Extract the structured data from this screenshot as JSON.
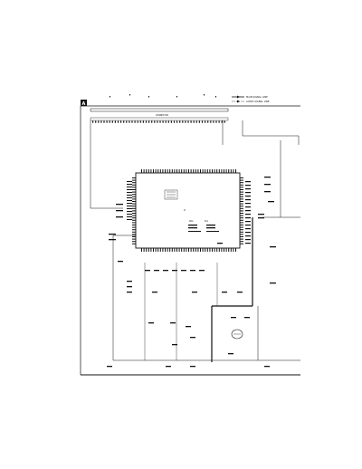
{
  "sheet_label": "A",
  "legend": {
    "line1": "MAIN SIGNAL LINE",
    "line2": "AUDIO SIGNAL LINE"
  },
  "connector_label": "CONNECTOR",
  "ic_label": "IC",
  "net_labels": {
    "a": "SDA",
    "b": "SCL"
  }
}
